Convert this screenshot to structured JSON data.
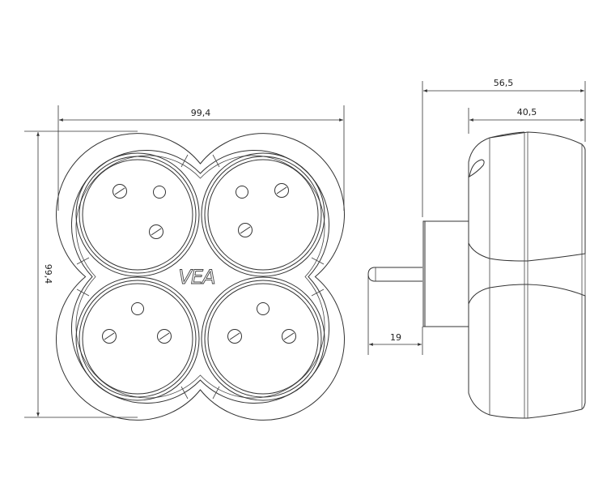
{
  "title": "VEA 4-socket adapter dimension drawing",
  "logo": "VEA",
  "dimensions": {
    "front_width": "99,4",
    "front_height": "99,4",
    "side_total_depth": "56,5",
    "side_body_depth": "40,5",
    "pin_length": "19"
  },
  "colors": {
    "line": "#333333",
    "background": "#ffffff"
  }
}
